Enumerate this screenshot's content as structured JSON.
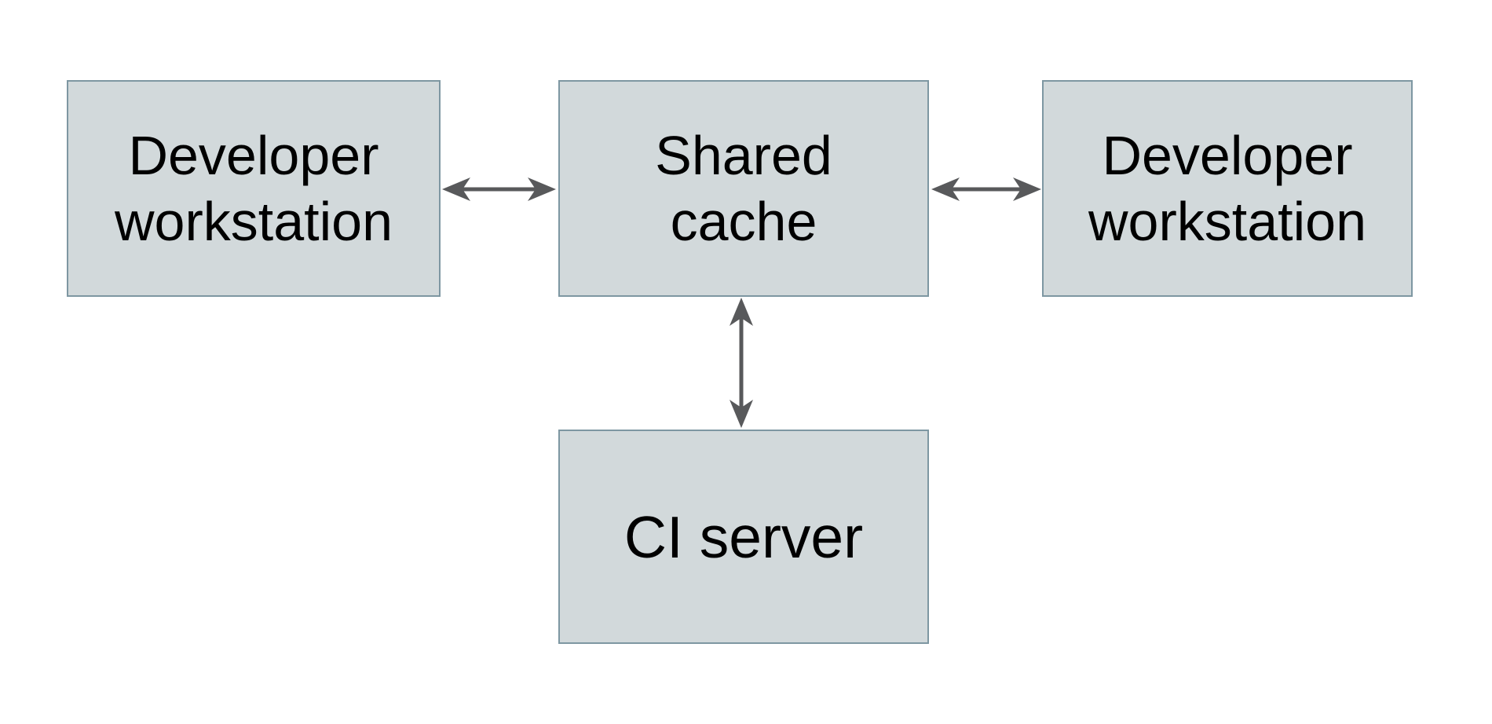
{
  "diagram": {
    "background": "#ffffff",
    "nodes": {
      "left": {
        "label": "Developer\nworkstation"
      },
      "center": {
        "label": "Shared\ncache"
      },
      "right": {
        "label": "Developer\nworkstation"
      },
      "bottom": {
        "label": "CI server"
      }
    },
    "edges": [
      {
        "from": "developer-workstation-left",
        "to": "shared-cache",
        "direction": "bidirectional",
        "orientation": "horizontal"
      },
      {
        "from": "shared-cache",
        "to": "developer-workstation-right",
        "direction": "bidirectional",
        "orientation": "horizontal"
      },
      {
        "from": "shared-cache",
        "to": "ci-server",
        "direction": "bidirectional",
        "orientation": "vertical"
      }
    ],
    "colors": {
      "node_fill": "#d2d9db",
      "node_border": "#7e97a2",
      "arrow": "#58595b",
      "text": "#000000",
      "background": "#ffffff"
    }
  }
}
